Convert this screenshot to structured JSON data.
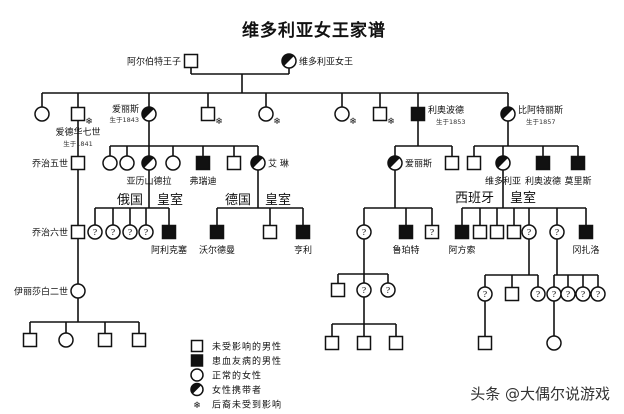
{
  "title": "维多利亚女王家谱",
  "watermark": "头条 @大偶尔说游戏",
  "legend": [
    {
      "symbol": "male-unaffected",
      "label": "未受影响的男性"
    },
    {
      "symbol": "male-affected",
      "label": "患血友病的男性"
    },
    {
      "symbol": "female-normal",
      "label": "正常的女性"
    },
    {
      "symbol": "female-carrier",
      "label": "女性携带者"
    },
    {
      "symbol": "descendants-unaffected",
      "label": "后裔未受到影响"
    }
  ],
  "houses": {
    "russia": [
      "俄国",
      "皇室"
    ],
    "germany": [
      "德国",
      "皇室"
    ],
    "spain": [
      "西班牙",
      "皇室"
    ]
  },
  "people": {
    "albert": {
      "name": "阿尔伯特王子",
      "status": "male-unaffected"
    },
    "victoria": {
      "name": "维多利亚女王",
      "status": "female-carrier"
    },
    "g1_daughter1": {
      "name": "",
      "status": "female-normal"
    },
    "edward7": {
      "name": "爱德华七世",
      "born": "生于1841",
      "status": "male-unaffected",
      "descendants_unaffected": true
    },
    "alice": {
      "name": "爱丽斯",
      "born": "生于1843",
      "status": "female-carrier"
    },
    "g1_son2": {
      "name": "",
      "status": "male-unaffected",
      "descendants_unaffected": true
    },
    "g1_daughter2": {
      "name": "",
      "status": "female-normal",
      "descendants_unaffected": true
    },
    "g1_daughter3": {
      "name": "",
      "status": "female-normal",
      "descendants_unaffected": true
    },
    "g1_son3": {
      "name": "",
      "status": "male-unaffected",
      "descendants_unaffected": true
    },
    "leopold": {
      "name": "利奥波德",
      "born": "生于1853",
      "status": "male-affected"
    },
    "beatrice": {
      "name": "比阿特丽斯",
      "born": "生于1857",
      "status": "female-carrier"
    },
    "george5": {
      "name": "乔治五世",
      "status": "male-unaffected"
    },
    "george6": {
      "name": "乔治六世",
      "status": "male-unaffected"
    },
    "elizabeth2": {
      "name": "伊丽莎白二世",
      "status": "female-normal"
    },
    "alice_c1": {
      "name": "",
      "status": "female-normal"
    },
    "alice_c2": {
      "name": "",
      "status": "female-normal"
    },
    "alexandra": {
      "name": "亚历山德拉",
      "status": "female-carrier"
    },
    "alice_c4": {
      "name": "",
      "status": "female-normal"
    },
    "friedrich": {
      "name": "弗瑞迪",
      "status": "male-affected"
    },
    "alice_c6": {
      "name": "",
      "status": "male-unaffected"
    },
    "irene": {
      "name": "艾 琳",
      "status": "female-carrier"
    },
    "leo_alice": {
      "name": "爱丽斯",
      "status": "female-carrier"
    },
    "leo_son": {
      "name": "",
      "status": "male-unaffected"
    },
    "bea_c1": {
      "name": "",
      "status": "male-unaffected"
    },
    "bea_victoria": {
      "name": "维多利亚",
      "status": "female-carrier"
    },
    "bea_leopold": {
      "name": "利奥波德",
      "status": "male-affected"
    },
    "maurice": {
      "name": "莫里斯",
      "status": "male-affected"
    },
    "ru1": {
      "name": "",
      "status": "female-unknown"
    },
    "ru2": {
      "name": "",
      "status": "female-unknown"
    },
    "ru3": {
      "name": "",
      "status": "female-unknown"
    },
    "ru4": {
      "name": "",
      "status": "female-unknown"
    },
    "alexei": {
      "name": "阿利克塞",
      "status": "male-affected"
    },
    "waldemar": {
      "name": "沃尔德曼",
      "status": "male-affected"
    },
    "de2": {
      "name": "",
      "status": "male-unaffected"
    },
    "heinrich": {
      "name": "亨利",
      "status": "male-affected"
    },
    "ai1": {
      "name": "",
      "status": "female-unknown"
    },
    "rupert": {
      "name": "鲁珀特",
      "status": "male-affected"
    },
    "ai3": {
      "name": "",
      "status": "male-unknown"
    },
    "alfonso": {
      "name": "阿方索",
      "status": "male-affected"
    },
    "es2": {
      "name": "",
      "status": "male-unaffected"
    },
    "es3": {
      "name": "",
      "status": "male-unaffected"
    },
    "es4": {
      "name": "",
      "status": "male-unaffected"
    },
    "es5": {
      "name": "",
      "status": "female-unknown"
    },
    "es6": {
      "name": "",
      "status": "female-unknown"
    },
    "gonzalo": {
      "name": "冈扎洛",
      "status": "male-affected"
    },
    "e2_1": {
      "name": "",
      "status": "male-unaffected"
    },
    "e2_2": {
      "name": "",
      "status": "female-normal"
    },
    "e2_3": {
      "name": "",
      "status": "male-unaffected"
    },
    "e2_4": {
      "name": "",
      "status": "male-unaffected"
    },
    "ai1_c1": {
      "name": "",
      "status": "male-unaffected"
    },
    "ai1_c2": {
      "name": "",
      "status": "female-unknown"
    },
    "ai1_c3": {
      "name": "",
      "status": "female-unknown"
    },
    "ai1_gc1": {
      "name": "",
      "status": "male-unaffected"
    },
    "ai1_gc2": {
      "name": "",
      "status": "male-unaffected"
    },
    "ai1_gc3": {
      "name": "",
      "status": "male-unaffected"
    },
    "es5_c1": {
      "name": "",
      "status": "female-unknown"
    },
    "es5_c2": {
      "name": "",
      "status": "male-unaffected"
    },
    "es5_c3": {
      "name": "",
      "status": "female-unknown"
    },
    "es6_c1": {
      "name": "",
      "status": "female-unknown"
    },
    "es6_c2": {
      "name": "",
      "status": "female-unknown"
    },
    "es6_c3": {
      "name": "",
      "status": "female-unknown"
    },
    "es6_c4": {
      "name": "",
      "status": "female-unknown"
    },
    "es5_gc1": {
      "name": "",
      "status": "male-unaffected"
    },
    "es6_gc1": {
      "name": "",
      "status": "female-normal"
    }
  }
}
